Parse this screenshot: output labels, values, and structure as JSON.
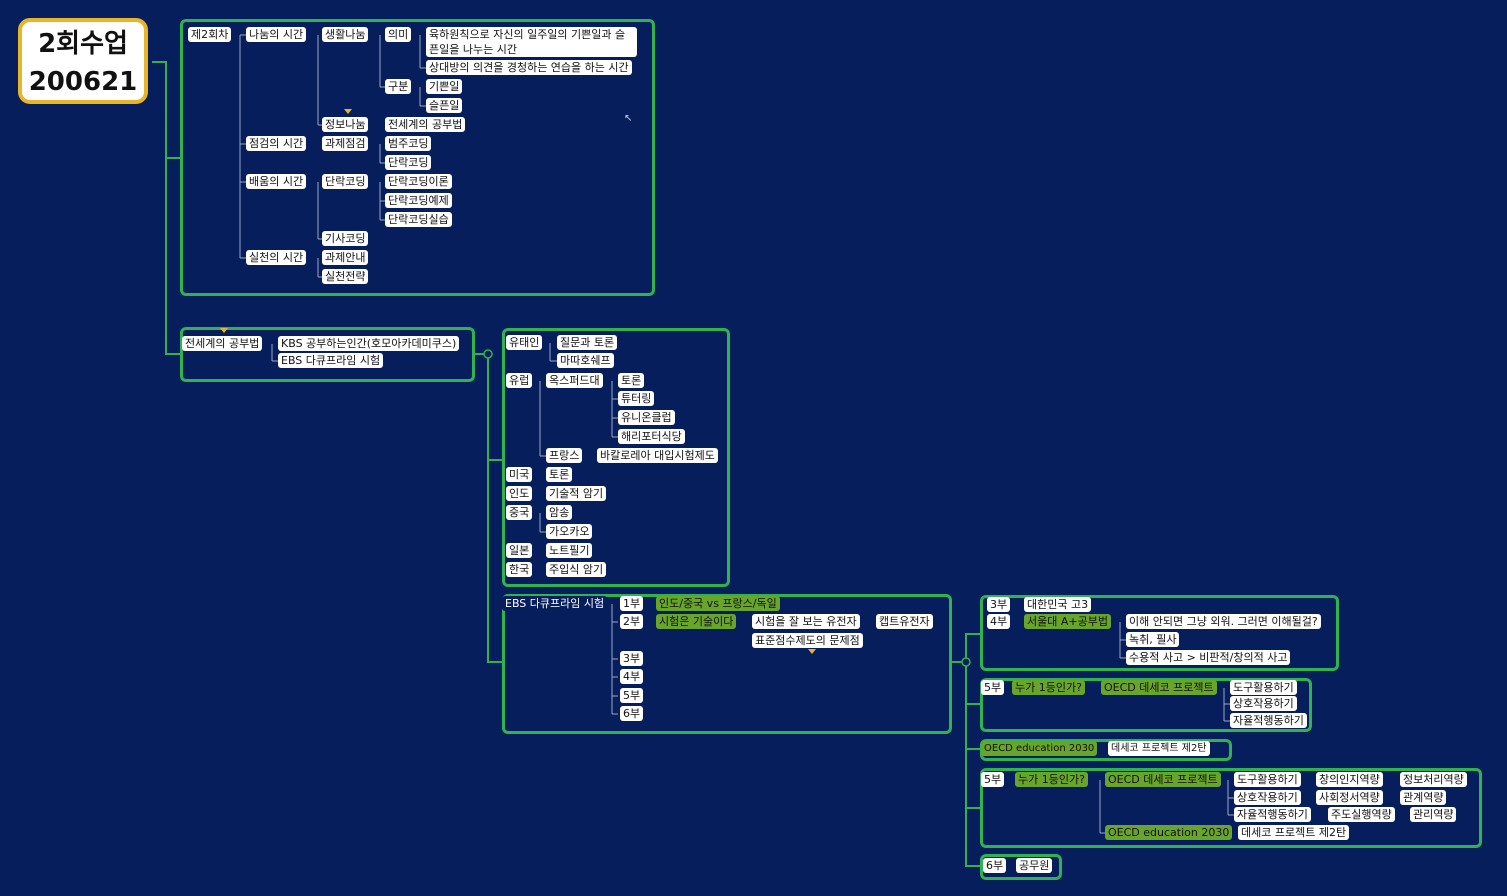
{
  "root": {
    "line1": "2회수업",
    "line2": "200621"
  },
  "sec1": {
    "title": "제2회차",
    "share_time": "나눔의 시간",
    "life_share": "생활나눔",
    "meaning": "의미",
    "meaning_text": "육하원칙으로 자신의 일주일의 기쁜일과 슬픈일을 나누는 시간",
    "listen_text": "상대방의 의견을 경청하는 연습을 하는 시간",
    "division": "구분",
    "happy": "기쁜일",
    "sad": "슬픈일",
    "info_share": "정보나눔",
    "world_study": "전세계의 공부법",
    "check_time": "점검의 시간",
    "task_check": "과제점검",
    "category_coding": "범주코딩",
    "paragraph_coding_a": "단락코딩",
    "learn_time": "배움의 시간",
    "paragraph_coding_b": "단락코딩",
    "pc_theory": "단락코딩이론",
    "pc_example": "단락코딩예제",
    "pc_practice": "단락코딩실습",
    "article_coding": "기사코딩",
    "practice_time": "실천의 시간",
    "task_guide": "과제안내",
    "practice_strategy": "실천전략"
  },
  "sec2": {
    "title": "전세계의 공부법",
    "kbs": "KBS 공부하는인간(호모아카데미쿠스)",
    "ebs": "EBS 다큐프라임 시험"
  },
  "sec3": {
    "jewish": "유태인",
    "jewish_a": "질문과 토론",
    "jewish_b": "마따호쉐프",
    "europe": "유럽",
    "oxford": "옥스퍼드대",
    "ox_a": "토론",
    "ox_b": "튜터링",
    "ox_c": "유니온클럽",
    "ox_d": "해리포터식당",
    "france": "프랑스",
    "france_a": "바칼로레아 대입시험제도",
    "usa": "미국",
    "usa_a": "토론",
    "india": "인도",
    "india_a": "기술적 암기",
    "china": "중국",
    "china_a": "암송",
    "china_b": "가오카오",
    "japan": "일본",
    "japan_a": "노트필기",
    "korea": "한국",
    "korea_a": "주입식 암기"
  },
  "sec4": {
    "title": "EBS 다큐프라임 시험",
    "p1": "1부",
    "p1_topic": "인도/중국 vs 프랑스/독일",
    "p2": "2부",
    "p2_topic": "시험은 기술이다",
    "p2_a": "시험을 잘 보는 유전자",
    "p2_b": "캡트유전자",
    "p2_c": "표준점수제도의 문제점",
    "p3": "3부",
    "p4": "4부",
    "p5": "5부",
    "p6": "6부"
  },
  "sec5": {
    "p3": "3부",
    "p3_a": "대한민국 고3",
    "p4": "4부",
    "p4_a": "서울대 A+공부법",
    "p4_b": "이해 안되면 그냥 외워. 그러면 이해될걸?",
    "p4_c": "녹취, 필사",
    "p4_d": "수용적 사고 > 비판적/창의적 사고"
  },
  "sec6": {
    "p5": "5부",
    "q": "누가 1등인가?",
    "oecd": "OECD 데세코 프로젝트",
    "a": "도구활용하기",
    "b": "상호작용하기",
    "c": "자율적행동하기"
  },
  "sec7": {
    "label": "OECD education 2030",
    "value": "데세코 프로젝트 제2탄"
  },
  "sec8": {
    "p5": "5부",
    "q": "누가 1등인가?",
    "oecd": "OECD 데세코 프로젝트",
    "a": "도구활용하기",
    "a1": "창의인지역량",
    "a2": "정보처리역량",
    "b": "상호작용하기",
    "b1": "사회정서역량",
    "b2": "관계역량",
    "c": "자율적행동하기",
    "c1": "주도실행역량",
    "c2": "관리역량",
    "edu": "OECD education 2030",
    "edu_val": "데세코 프로젝트 제2탄"
  },
  "sec9": {
    "p6": "6부",
    "a": "공무원"
  },
  "colors": {
    "background": "#071e5c",
    "frame": "#2fb24f",
    "highlight": "#68a52a",
    "root_border": "#e9b528"
  }
}
